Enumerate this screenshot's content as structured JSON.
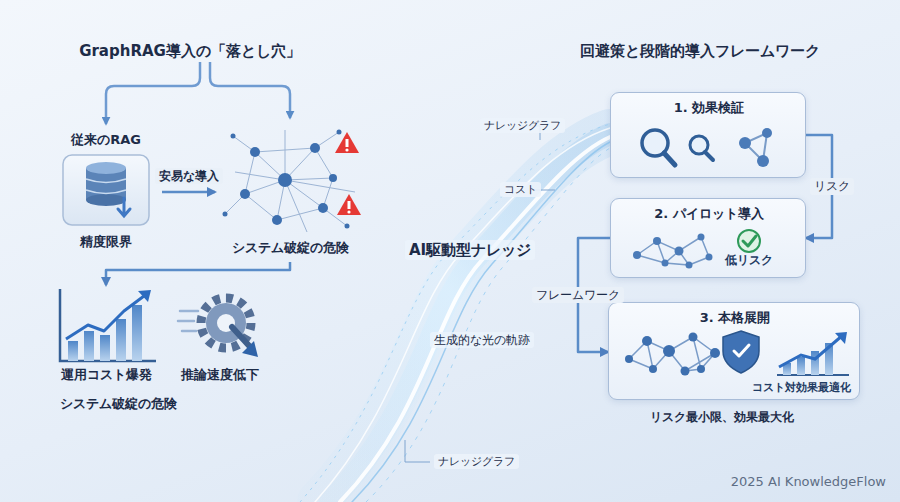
{
  "diagram": {
    "title": "GraphRAG導入の「落とし穴」",
    "nodes": [
      {
        "text": [
          "従来のRAG",
          "精度限界"
        ]
      },
      {
        "text": [
          "システム破綻の危険"
        ]
      },
      {
        "text": [
          "運用コスト爆発"
        ]
      },
      {
        "text": [
          "推論速度低下"
        ]
      },
      {
        "text": [
          "1. 効果検証"
        ]
      },
      {
        "text": [
          "2. パイロット導入",
          "低リスク"
        ]
      },
      {
        "text": [
          "3. 本格展開",
          "コスト対効果最適化"
        ]
      }
    ],
    "edges": [
      {
        "from": 0,
        "to": 1,
        "label": "安易な導入",
        "arrow": "to"
      },
      {
        "from": 1,
        "to": 2,
        "arrow": "to"
      },
      {
        "from": 4,
        "to": 5,
        "label": "リスク",
        "arrow": "to"
      },
      {
        "from": 5,
        "to": 6,
        "label": "フレームワーク",
        "arrow": "to"
      }
    ],
    "labels": [
      "回避策と段階的導入フレームワーク",
      "ナレッジグラフ",
      "コスト",
      "AI駆動型ナレッジ",
      "生成的な光の軌跡",
      "ナレッジグラフ",
      "システム破綻の危険",
      "リスク最小限、効果最大化",
      "2025 AI KnowledgeFlow"
    ]
  }
}
